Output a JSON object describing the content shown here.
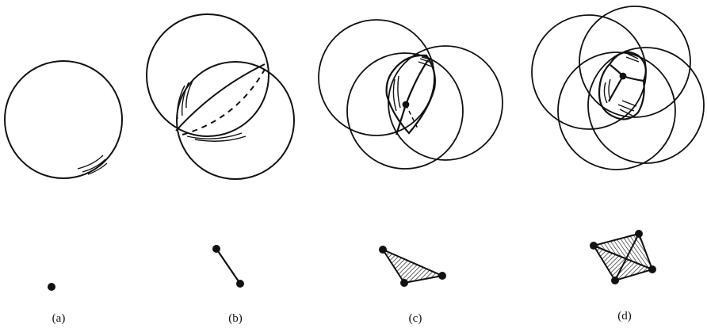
{
  "figure": {
    "colors": {
      "stroke": "#111111",
      "hatch": "#222222",
      "background": "#ffffff"
    },
    "panels": [
      {
        "id": "a",
        "label": "(a)",
        "spheres": 1,
        "simplex": "point"
      },
      {
        "id": "b",
        "label": "(b)",
        "spheres": 2,
        "simplex": "edge"
      },
      {
        "id": "c",
        "label": "(c)",
        "spheres": 3,
        "simplex": "triangle"
      },
      {
        "id": "d",
        "label": "(d)",
        "spheres": 4,
        "simplex": "tetrahedron"
      }
    ]
  }
}
